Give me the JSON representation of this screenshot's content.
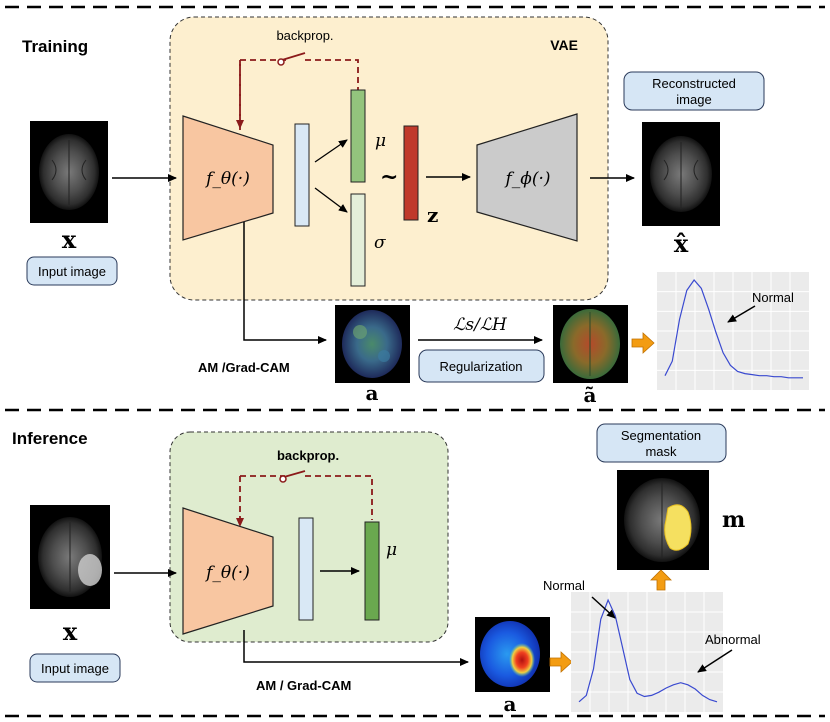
{
  "training": {
    "section_title": "Training",
    "vae_label": "VAE",
    "backprop_label": "backprop.",
    "encoder_label": "f_θ(·)",
    "decoder_label": "f_ϕ(·)",
    "mu_symbol": "μ",
    "sigma_symbol": "σ",
    "sample_symbol": "~",
    "z_symbol": "z",
    "input_symbol": "x",
    "input_caption": "Input image",
    "recon_symbol": "x̂",
    "recon_caption_line1": "Reconstructed",
    "recon_caption_line2": "image",
    "attention_caption": "AM /Grad-CAM",
    "attention_symbol": "a",
    "loss_label": "ℒs/ℒH",
    "regularization_button": "Regularization",
    "regularized_symbol": "ã",
    "normal_annotation": "Normal",
    "encoder_color": "#f8c6a1",
    "decoder_color": "#cbcbcb",
    "mu_color": "#93c47d",
    "z_color": "#c0392b",
    "vae_bg": "#fdefcf"
  },
  "inference": {
    "section_title": "Inference",
    "backprop_label": "backprop.",
    "encoder_label": "f_θ(·)",
    "mu_symbol": "μ",
    "input_symbol": "x",
    "input_caption": "Input image",
    "attention_caption": "AM / Grad-CAM",
    "attention_symbol": "a",
    "seg_caption_line1": "Segmentation",
    "seg_caption_line2": "mask",
    "mask_symbol": "m",
    "normal_annotation": "Normal",
    "abnormal_annotation": "Abnormal",
    "panel_bg": "#dfeccf"
  },
  "chart_data": [
    {
      "type": "line",
      "title": "",
      "x": [
        0,
        1,
        2,
        3,
        4,
        5,
        6,
        7,
        8,
        9,
        10,
        11,
        12,
        13,
        14,
        15,
        16,
        17,
        18,
        19
      ],
      "series": [
        {
          "values": [
            0.08,
            0.22,
            0.62,
            0.9,
            1.0,
            0.92,
            0.72,
            0.5,
            0.3,
            0.18,
            0.12,
            0.1,
            0.09,
            0.08,
            0.08,
            0.07,
            0.07,
            0.06,
            0.06,
            0.06
          ]
        }
      ],
      "grid": true
    },
    {
      "type": "line",
      "title": "",
      "x": [
        0,
        1,
        2,
        3,
        4,
        5,
        6,
        7,
        8,
        9,
        10,
        11,
        12,
        13,
        14,
        15,
        16,
        17,
        18,
        19
      ],
      "series": [
        {
          "values": [
            0.04,
            0.1,
            0.35,
            0.82,
            1.0,
            0.85,
            0.55,
            0.25,
            0.12,
            0.09,
            0.1,
            0.13,
            0.17,
            0.2,
            0.22,
            0.2,
            0.16,
            0.1,
            0.06,
            0.04
          ]
        }
      ],
      "grid": true
    }
  ]
}
